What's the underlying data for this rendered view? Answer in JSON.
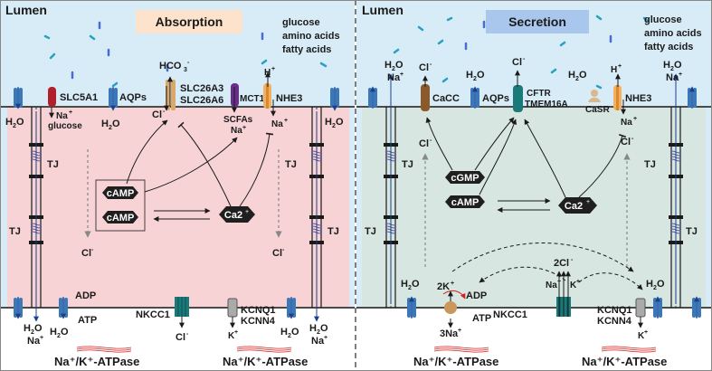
{
  "left": {
    "panel_label": "Lumen",
    "title": "Absorption",
    "nutrients": [
      "glucose",
      "amino acids",
      "fatty acids"
    ],
    "hco3": "HCO",
    "hco3_sup": "3",
    "hco3_charge": "-",
    "slc5a1": "SLC5A1",
    "na_plus": "Na",
    "glucose": "glucose",
    "aqps": "AQPs",
    "h2o": "H",
    "slc26a3": "SLC26A3",
    "slc26a6": "SLC26A6",
    "cl": "Cl",
    "mct1": "MCT1",
    "scfas": "SCFAs",
    "h_plus": "H",
    "nhe3": "NHE3",
    "tj": "TJ",
    "camp": "cAMP",
    "ca2": "Ca2",
    "adp": "ADP",
    "atp": "ATP",
    "nkcc1": "NKCC1",
    "kcnq1": "KCNQ1",
    "kcnn4": "KCNN4",
    "k_plus": "K",
    "atpase": "Na⁺/K⁺-ATPase"
  },
  "right": {
    "panel_label": "Lumen",
    "title": "Secretion",
    "nutrients": [
      "glucose",
      "amino acids",
      "fatty acids"
    ],
    "caCC": "CaCC",
    "aqps": "AQPs",
    "cftr": "CFTR",
    "tmem16a": "TMEM16A",
    "casr": "CaSR",
    "nhe3": "NHE3",
    "cgmp": "cGMP",
    "camp": "cAMP",
    "ca2": "Ca2",
    "tj": "TJ",
    "two_cl": "2Cl",
    "two_k": "2K",
    "three_na": "3Na",
    "adp": "ADP",
    "atp": "ATP",
    "nkcc1": "NKCC1",
    "kcnq1": "KCNQ1",
    "kcnn4": "KCNN4",
    "atpase": "Na⁺/K⁺-ATPase"
  },
  "colors": {
    "lumen_bg": "#d8ecf8",
    "absorption_cell": "#f7d3d6",
    "secretion_cell": "#d7e6e0",
    "absorption_title": "#fde2cc",
    "secretion_title": "#a9c6ec",
    "membrane": "#4a4a4a",
    "aqp": "#3a78b8",
    "slc5a1": "#b0202a",
    "slc26": "#d9a86a",
    "mct1": "#6a2d8a",
    "nhe3": "#f3b060",
    "cacc": "#8a5a2a",
    "cftr": "#1a7a7a",
    "hexagon": "#1f1f1f"
  }
}
